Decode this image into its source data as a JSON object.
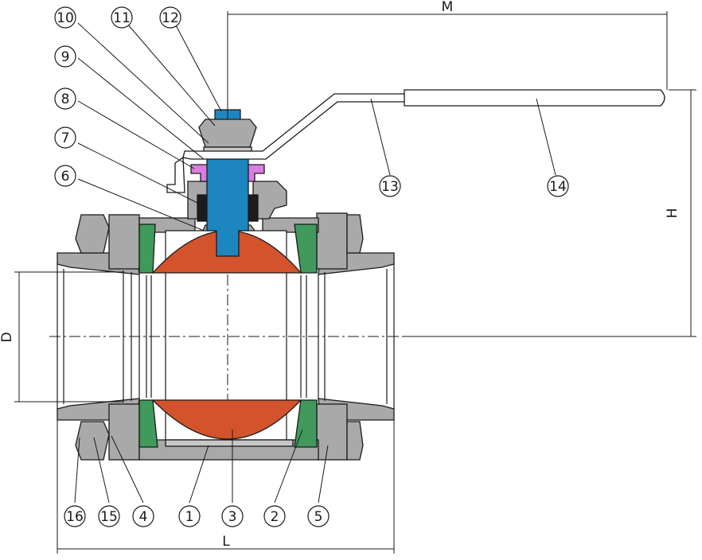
{
  "colors": {
    "body": "#a9a9a9",
    "seat": "#3f9a5c",
    "ball": "#d2532c",
    "stem": "#1e86bf",
    "gland": "#d97ee0",
    "packing": "#1c1c1c",
    "handle_sleeve": "#ffffff",
    "line": "#1a1a1a"
  },
  "dimensions": {
    "M": "M",
    "H": "H",
    "D": "D",
    "L": "L"
  },
  "callouts": {
    "c1": "1",
    "c2": "2",
    "c3": "3",
    "c4": "4",
    "c5": "5",
    "c6": "6",
    "c7": "7",
    "c8": "8",
    "c9": "9",
    "c10": "10",
    "c11": "11",
    "c12": "12",
    "c13": "13",
    "c14": "14",
    "c15": "15",
    "c16": "16"
  }
}
